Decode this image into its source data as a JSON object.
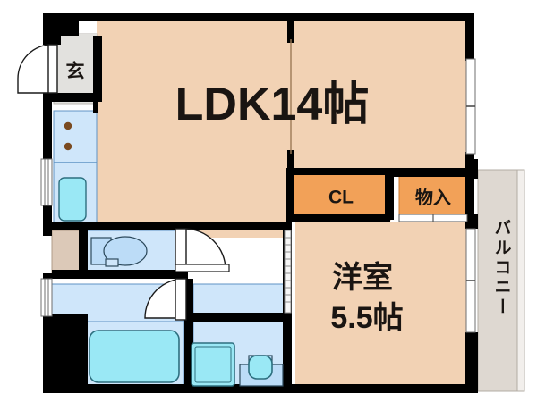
{
  "plan": {
    "type": "floor-plan",
    "orientation": "north-up",
    "unit_label_suffix": "帖",
    "colors": {
      "wall": "#000000",
      "ldk_floor": "#f2d2b4",
      "bedroom_floor": "#f2d2b4",
      "closet_fill": "#f2a158",
      "water_area": "#cfe6fa",
      "bath_tub": "#9ae8f5",
      "entrance_floor": "#e2e1de",
      "balcony_floor": "#ded8d1",
      "toilet_tank": "#dcc9b8",
      "door_white": "#ffffff",
      "fixture_outline": "#2d4a5c",
      "burner": "#7a4a20"
    },
    "rooms": [
      {
        "id": "ldk",
        "label": "LDK14帖",
        "name_text": "LDK",
        "size_text": "14帖",
        "floor": "ldk_floor"
      },
      {
        "id": "bedroom",
        "label_line1": "洋室",
        "label_line2": "5.5帖",
        "name_text": "洋室",
        "size_text": "5.5帖",
        "floor": "bedroom_floor"
      },
      {
        "id": "entrance",
        "label": "玄",
        "floor": "entrance_floor"
      },
      {
        "id": "balcony",
        "label": "バルコニー",
        "floor": "balcony_floor"
      },
      {
        "id": "closet_cl",
        "label": "CL",
        "floor": "closet_fill"
      },
      {
        "id": "storage",
        "label": "物入",
        "floor": "closet_fill"
      },
      {
        "id": "toilet",
        "label": "",
        "floor": "water_area"
      },
      {
        "id": "bath",
        "label": "",
        "floor": "water_area"
      },
      {
        "id": "washroom",
        "label": "",
        "floor": "water_area"
      },
      {
        "id": "kitchen",
        "label": "",
        "floor": "water_area"
      }
    ],
    "labels": {
      "ldk": "LDK14帖",
      "bedroom_name": "洋室",
      "bedroom_size": "5.5帖",
      "entrance": "玄",
      "closet": "CL",
      "storage": "物入",
      "balcony": "バルコニー"
    },
    "fixtures": [
      {
        "id": "stove",
        "name": "gas-stove",
        "burners": 2
      },
      {
        "id": "kitchen-sink",
        "name": "kitchen-sink"
      },
      {
        "id": "toilet-bowl",
        "name": "toilet"
      },
      {
        "id": "bathtub",
        "name": "bathtub"
      },
      {
        "id": "washer-space",
        "name": "washing-machine-space"
      },
      {
        "id": "vanity-basin",
        "name": "wash-basin"
      }
    ],
    "openings": [
      {
        "id": "entry-door",
        "name": "entrance-swing-door"
      },
      {
        "id": "toilet-door",
        "name": "toilet-swing-door"
      },
      {
        "id": "bath-door",
        "name": "bath-swing-door"
      },
      {
        "id": "kitchen-window",
        "name": "kitchen-window"
      },
      {
        "id": "washroom-window",
        "name": "washroom-window"
      },
      {
        "id": "ldk-window-east",
        "name": "ldk-balcony-window"
      },
      {
        "id": "bedroom-window-east",
        "name": "bedroom-balcony-window"
      },
      {
        "id": "closet-doors",
        "name": "closet-sliding-doors"
      },
      {
        "id": "storage-doors",
        "name": "storage-sliding-doors"
      },
      {
        "id": "bedroom-entry",
        "name": "bedroom-sliding-door"
      }
    ]
  }
}
